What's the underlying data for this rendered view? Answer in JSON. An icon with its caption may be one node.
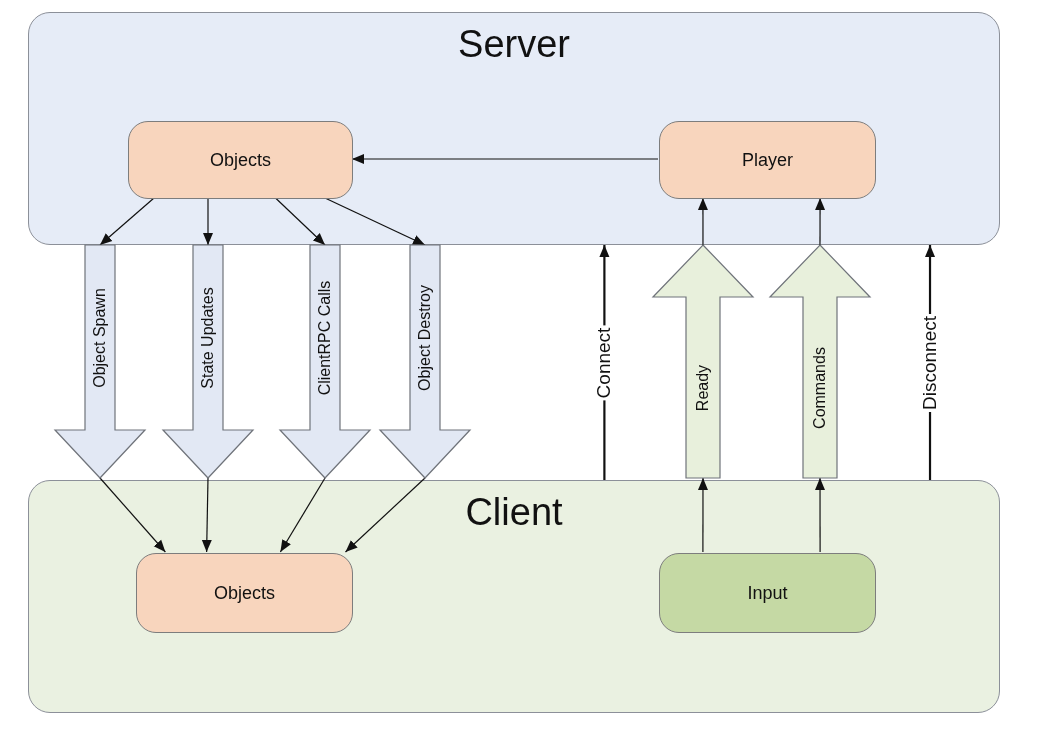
{
  "diagram": {
    "nodes": [
      {
        "text": [
          "Server"
        ]
      },
      {
        "text": [
          "Objects"
        ],
        "in": 0
      },
      {
        "text": [
          "Player"
        ],
        "in": 0
      },
      {
        "text": [
          "Object Spawn"
        ]
      },
      {
        "text": [
          "State Updates"
        ]
      },
      {
        "text": [
          "ClientRPC Calls"
        ]
      },
      {
        "text": [
          "Object Destroy"
        ]
      },
      {
        "text": [
          "Ready"
        ]
      },
      {
        "text": [
          "Commands"
        ]
      },
      {
        "text": [
          "Client"
        ]
      },
      {
        "text": [
          "Objects"
        ],
        "in": 9
      },
      {
        "text": [
          "Input"
        ],
        "in": 9
      }
    ],
    "edges": [
      {
        "from": 2,
        "to": 1,
        "arrow": "to"
      },
      {
        "from": 1,
        "to": 3,
        "arrow": "to"
      },
      {
        "from": 1,
        "to": 4,
        "arrow": "to"
      },
      {
        "from": 1,
        "to": 5,
        "arrow": "to"
      },
      {
        "from": 1,
        "to": 6,
        "arrow": "to"
      },
      {
        "from": 3,
        "to": 10,
        "arrow": "to"
      },
      {
        "from": 4,
        "to": 10,
        "arrow": "to"
      },
      {
        "from": 5,
        "to": 10,
        "arrow": "to"
      },
      {
        "from": 6,
        "to": 10,
        "arrow": "to"
      },
      {
        "from": 9,
        "to": 0,
        "arrow": "to",
        "label": "Connect"
      },
      {
        "from": 11,
        "to": 7,
        "arrow": "to"
      },
      {
        "from": 7,
        "to": 2,
        "arrow": "to"
      },
      {
        "from": 11,
        "to": 8,
        "arrow": "to"
      },
      {
        "from": 8,
        "to": 2,
        "arrow": "to"
      },
      {
        "from": 9,
        "to": 0,
        "arrow": "to",
        "label": "Disconnect"
      }
    ]
  }
}
